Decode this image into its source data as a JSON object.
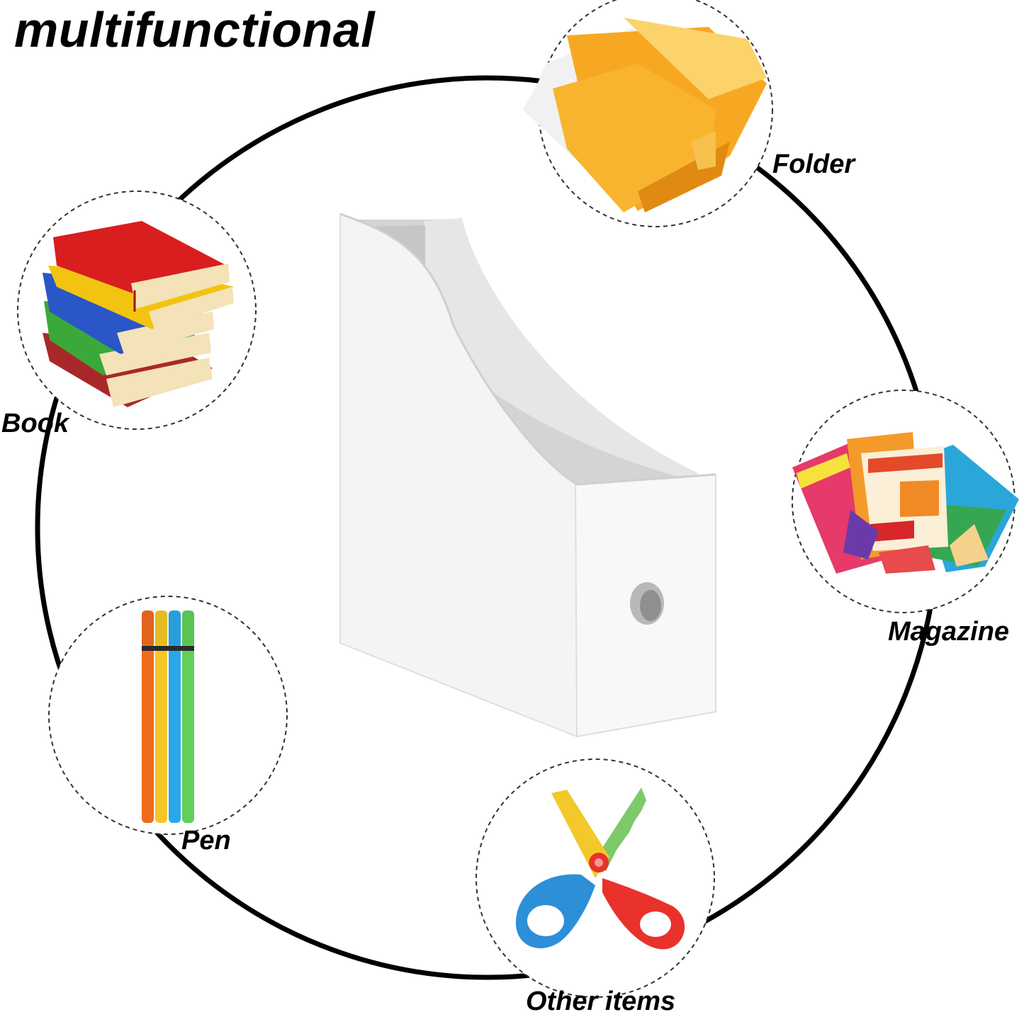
{
  "title": "multifunctional",
  "items": {
    "folder": "Folder",
    "book": "Book",
    "magazine": "Magazine",
    "pen": "Pen",
    "other": "Other items"
  },
  "colors": {
    "ring": "#000000",
    "folder": "#F7A823",
    "book_red": "#D81E1E",
    "book_yellow": "#F2C411",
    "book_blue": "#2A56C8",
    "book_green": "#3BA83A",
    "pen_orange": "#F06A1E",
    "pen_yellow": "#F5C726",
    "pen_blue": "#28A8E8",
    "pen_green": "#5FD05A",
    "scissor_blue": "#2D8FD8",
    "scissor_red": "#E8322B",
    "scissor_yellow": "#F3C82A"
  },
  "icons": [
    "folder-icon",
    "book-stack-icon",
    "magazine-stack-icon",
    "pen-set-icon",
    "scissors-icon",
    "magazine-holder-image"
  ]
}
